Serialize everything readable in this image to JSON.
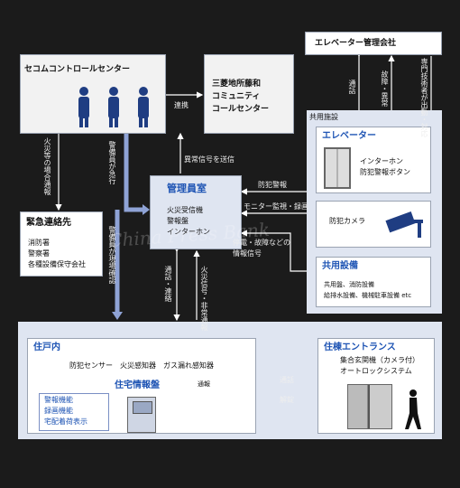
{
  "nodes": {
    "secom": "セコムコントロールセンター",
    "mitsubishi": [
      "三菱地所藤和",
      "コミュニティ",
      "コールセンター"
    ],
    "elevator_company": "エレベーター管理会社",
    "emergency": {
      "title": "緊急連絡先",
      "items": [
        "消防署",
        "警察署",
        "各種設備保守会社"
      ]
    },
    "manager": {
      "title": "管理員室",
      "items": [
        "火災受信機",
        "警報盤",
        "インターホン"
      ]
    },
    "common_label": "共用施設",
    "elevator": {
      "title": "エレベーター",
      "items": [
        "インターホン",
        "防犯警報ボタン"
      ]
    },
    "camera": "防犯カメラ",
    "facility": {
      "title": "共用設備",
      "items": [
        "共用盤、消防設備",
        "給排水設備、機械駐車設備 etc"
      ]
    },
    "dwelling": {
      "title": "住戸内",
      "sensors": "防犯センサー　火災感知器　ガス漏れ感知器",
      "panel_title": "住宅情報盤",
      "functions": [
        "警報機能",
        "録画機能",
        "宅配着荷表示"
      ]
    },
    "entrance": {
      "title": "住棟エントランス",
      "items": [
        "集合玄関機（カメラ付）",
        "オートロックシステム"
      ]
    }
  },
  "labels": {
    "renkei": "連携",
    "ijou": "異常信号を送信",
    "bouhan": "防犯警報",
    "monitor": "モニター監視・録画",
    "teiden": [
      "停電・故障などの",
      "情報信号"
    ],
    "tsuuwa_right": "通話",
    "kaijou": "解錠",
    "tsuuhou": "通報",
    "fire_contact": "火災等の場合通報",
    "guard_rush": "警備員が急行",
    "guard_check": "警備員が現場確認",
    "tsuuwa_renraku": "通話・連絡",
    "fire_signal": "火災信号・非常通報",
    "elev_tsuuwa": "通話",
    "koshou": "故障・異常",
    "engineer": "専門技術者が出動・対応"
  },
  "watermark": "China Press Bank"
}
